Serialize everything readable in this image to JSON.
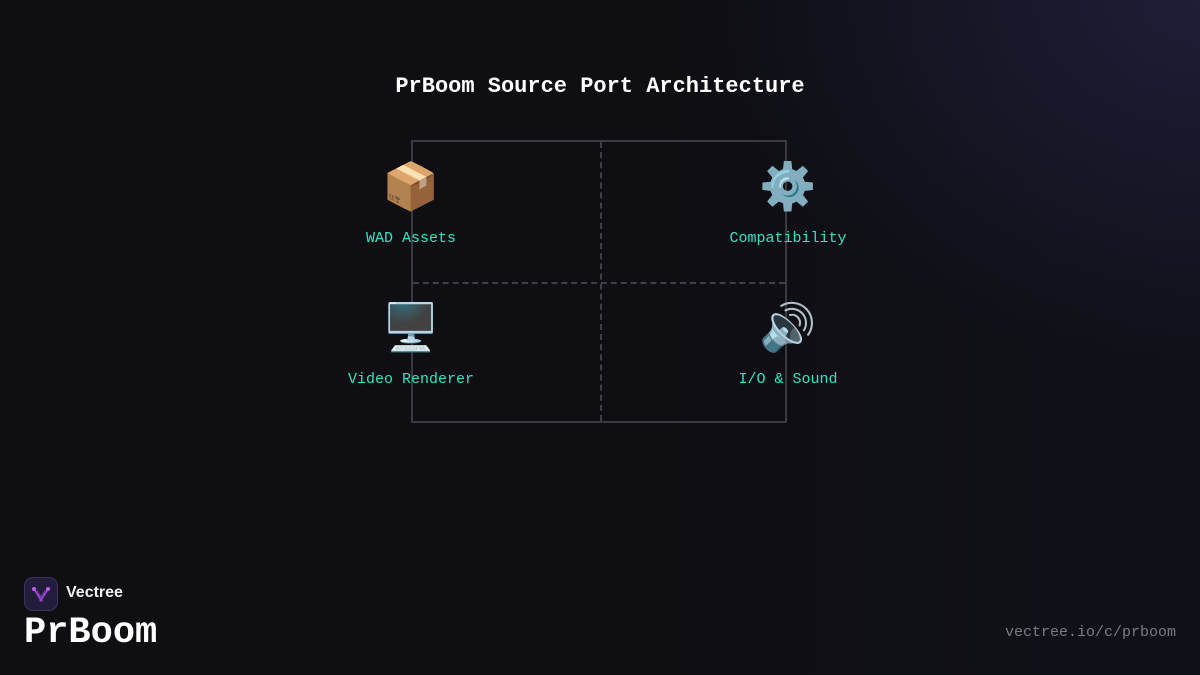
{
  "diagram": {
    "title": "PrBoom Source Port Architecture",
    "nodes": [
      {
        "label": "WAD Assets",
        "icon": "package-icon",
        "glyph": "📦"
      },
      {
        "label": "Compatibility",
        "icon": "gear-icon",
        "glyph": "⚙️"
      },
      {
        "label": "Video Renderer",
        "icon": "monitor-icon",
        "glyph": "🖥️"
      },
      {
        "label": "I/O & Sound",
        "icon": "speaker-icon",
        "glyph": "🔊"
      }
    ]
  },
  "footer": {
    "brand": "Vectree",
    "product": "PrBoom",
    "url": "vectree.io/c/prboom"
  },
  "colors": {
    "background": "#0e0e13",
    "accent": "#2fe6c3",
    "brand_purple": "#a13fd9"
  }
}
